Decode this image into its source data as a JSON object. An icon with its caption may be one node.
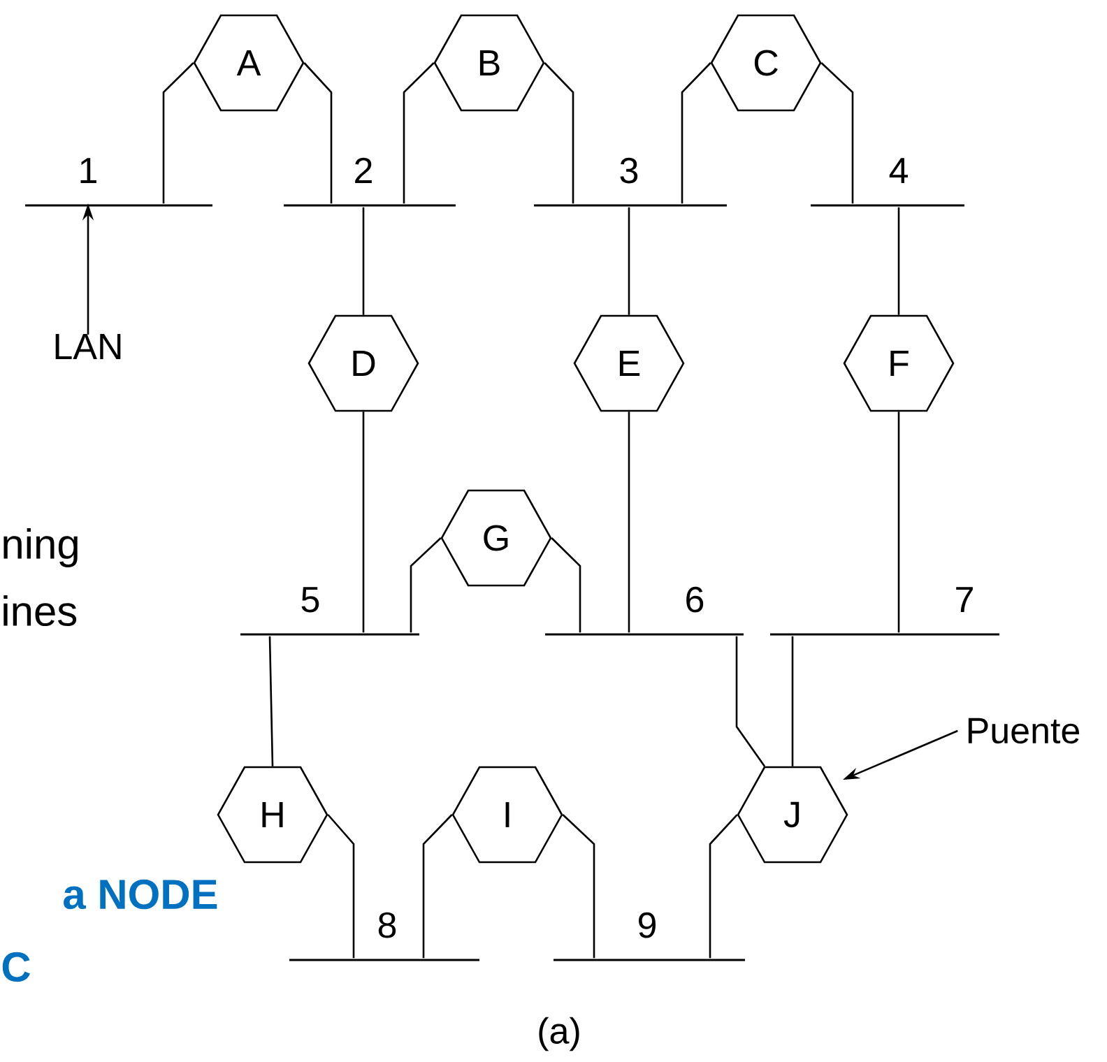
{
  "diagram": {
    "caption": "(a)",
    "nodes": [
      {
        "text": [
          "A"
        ]
      },
      {
        "text": [
          "B"
        ]
      },
      {
        "text": [
          "C"
        ]
      },
      {
        "text": [
          "1"
        ]
      },
      {
        "text": [
          "2"
        ]
      },
      {
        "text": [
          "3"
        ]
      },
      {
        "text": [
          "4"
        ]
      },
      {
        "text": [
          "LAN"
        ]
      },
      {
        "text": [
          "D"
        ]
      },
      {
        "text": [
          "E"
        ]
      },
      {
        "text": [
          "F"
        ]
      },
      {
        "text": [
          "G"
        ]
      },
      {
        "text": [
          "5"
        ]
      },
      {
        "text": [
          "6"
        ]
      },
      {
        "text": [
          "7"
        ]
      },
      {
        "text": [
          "Puente"
        ]
      },
      {
        "text": [
          "H"
        ]
      },
      {
        "text": [
          "I"
        ]
      },
      {
        "text": [
          "J"
        ]
      },
      {
        "text": [
          "8"
        ]
      },
      {
        "text": [
          "9"
        ]
      }
    ],
    "edges": [
      {
        "from": 0,
        "to": 3,
        "arrow": "none"
      },
      {
        "from": 0,
        "to": 4,
        "arrow": "none"
      },
      {
        "from": 1,
        "to": 4,
        "arrow": "none"
      },
      {
        "from": 1,
        "to": 5,
        "arrow": "none"
      },
      {
        "from": 2,
        "to": 5,
        "arrow": "none"
      },
      {
        "from": 2,
        "to": 6,
        "arrow": "none"
      },
      {
        "from": 8,
        "to": 4,
        "arrow": "none"
      },
      {
        "from": 8,
        "to": 12,
        "arrow": "none"
      },
      {
        "from": 9,
        "to": 5,
        "arrow": "none"
      },
      {
        "from": 9,
        "to": 13,
        "arrow": "none"
      },
      {
        "from": 10,
        "to": 6,
        "arrow": "none"
      },
      {
        "from": 10,
        "to": 14,
        "arrow": "none"
      },
      {
        "from": 11,
        "to": 12,
        "arrow": "none"
      },
      {
        "from": 11,
        "to": 13,
        "arrow": "none"
      },
      {
        "from": 16,
        "to": 12,
        "arrow": "none"
      },
      {
        "from": 16,
        "to": 19,
        "arrow": "none"
      },
      {
        "from": 17,
        "to": 19,
        "arrow": "none"
      },
      {
        "from": 17,
        "to": 20,
        "arrow": "none"
      },
      {
        "from": 18,
        "to": 13,
        "arrow": "none"
      },
      {
        "from": 18,
        "to": 14,
        "arrow": "none"
      },
      {
        "from": 18,
        "to": 20,
        "arrow": "none"
      },
      {
        "from": 7,
        "to": 3,
        "arrow": "to"
      },
      {
        "from": 15,
        "to": 18,
        "arrow": "to"
      }
    ],
    "labels": [
      "ning",
      "ines",
      "**a NODE**",
      "**C**"
    ]
  }
}
